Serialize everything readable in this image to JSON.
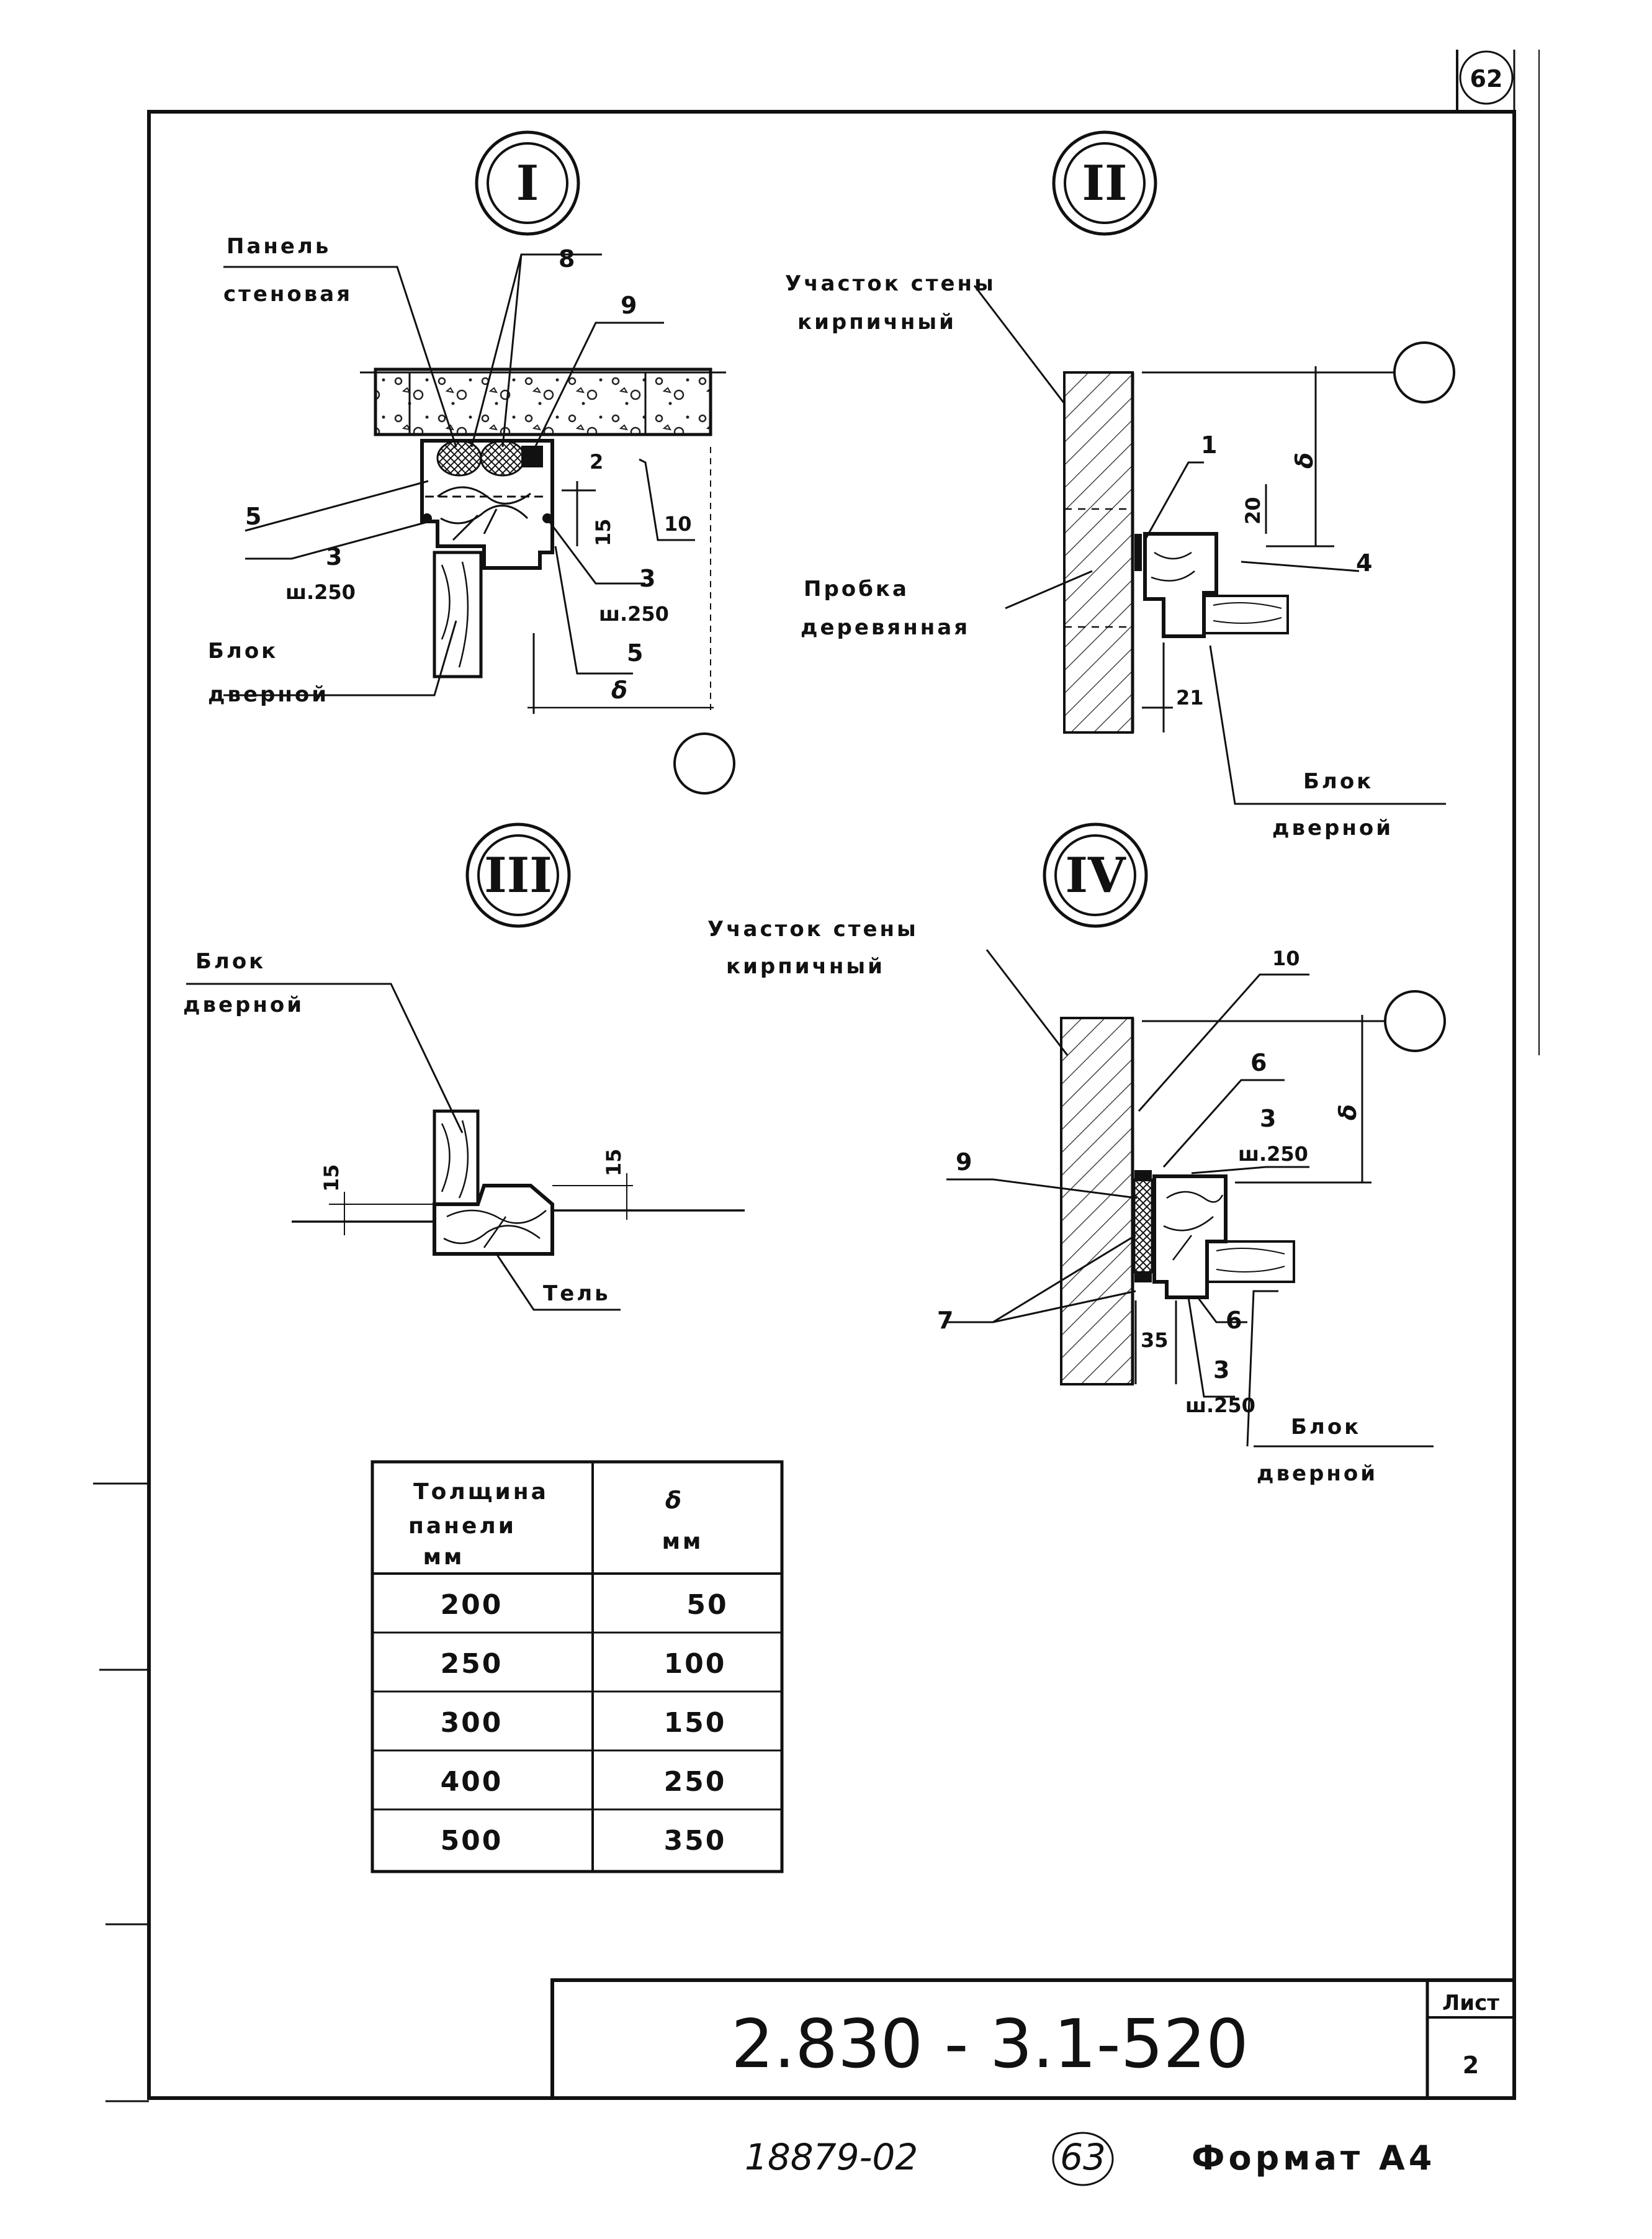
{
  "page_number": "62",
  "detail_markers": [
    "I",
    "II",
    "III",
    "IV"
  ],
  "detail_I": {
    "panel_label": [
      "Панель",
      "стеновая"
    ],
    "door_block_label": [
      "Блок",
      "дверной"
    ],
    "callouts": [
      "8",
      "9",
      "2",
      "5",
      "10",
      "3",
      "ш.250",
      "3",
      "ш.250",
      "5"
    ],
    "dim_15": "15",
    "dim_delta": "δ"
  },
  "detail_II": {
    "wall_label": [
      "Участок стены",
      "кирпичный"
    ],
    "plug_label": [
      "Пробка",
      "деревянная"
    ],
    "door_block_label": [
      "Блок",
      "дверной"
    ],
    "callouts": [
      "1",
      "4"
    ],
    "dims": [
      "20",
      "δ",
      "21"
    ]
  },
  "detail_III": {
    "door_block_label": [
      "Блок",
      "дверной"
    ],
    "tel_label": "Тель",
    "dims": [
      "15",
      "15"
    ]
  },
  "detail_IV": {
    "wall_label": [
      "Участок стены",
      "кирпичный"
    ],
    "door_block_label": [
      "Блок",
      "дверной"
    ],
    "callouts": [
      "10",
      "6",
      "3",
      "ш.250",
      "9",
      "7",
      "6",
      "3",
      "ш.250"
    ],
    "dims": [
      "δ",
      "35"
    ]
  },
  "table": {
    "headers": [
      [
        "Толщина",
        "панели",
        "мм"
      ],
      [
        "δ",
        "мм"
      ]
    ],
    "rows": [
      [
        "200",
        "50"
      ],
      [
        "250",
        "100"
      ],
      [
        "300",
        "150"
      ],
      [
        "400",
        "250"
      ],
      [
        "500",
        "350"
      ]
    ]
  },
  "title_block": {
    "document_code": "2.830 - 3.1-520",
    "sheet_label": "Лист",
    "sheet_number": "2"
  },
  "footer": {
    "inventory_number": "18879-02",
    "circled_number": "63",
    "format_label": "Формат А4"
  }
}
